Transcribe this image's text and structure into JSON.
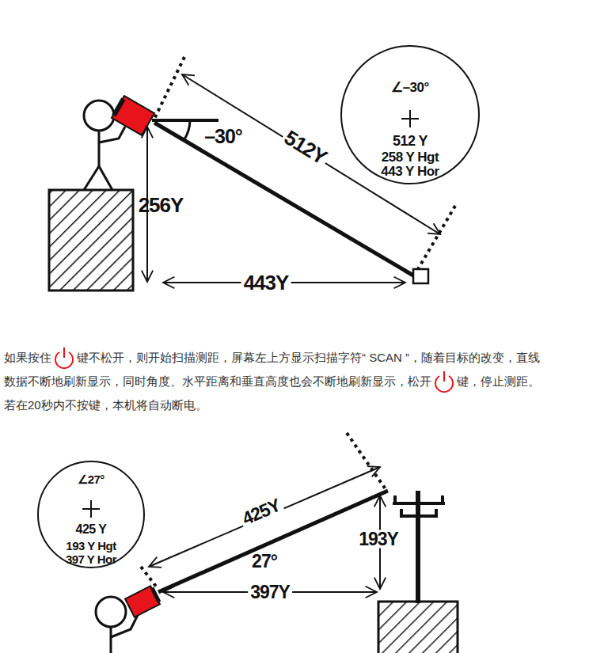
{
  "diagram": {
    "nodes": [
      {
        "text": [
          "∠–30°",
          "512 Y",
          "258 Y Hgt",
          "443 Y Hor"
        ]
      },
      {
        "text": [
          "∠27°",
          "425 Y",
          "193 Y Hgt",
          "397 Y Hor"
        ]
      }
    ],
    "edges": [],
    "labels": [
      "–30°",
      "512Y",
      "256Y",
      "443Y",
      "如果按住",
      "键不松开，则开始扫描测距，屏幕左上方显示扫描字符“ SCAN ”，随着目标的改变，直线数据不断地刷新显示，同时角度、水平距离和垂直高度也会不断地刷新显示，松开",
      "键，停止测距。若在20秒内不按键，本机将自动断电。",
      "425Y",
      "193Y",
      "27°",
      "397Y"
    ]
  }
}
